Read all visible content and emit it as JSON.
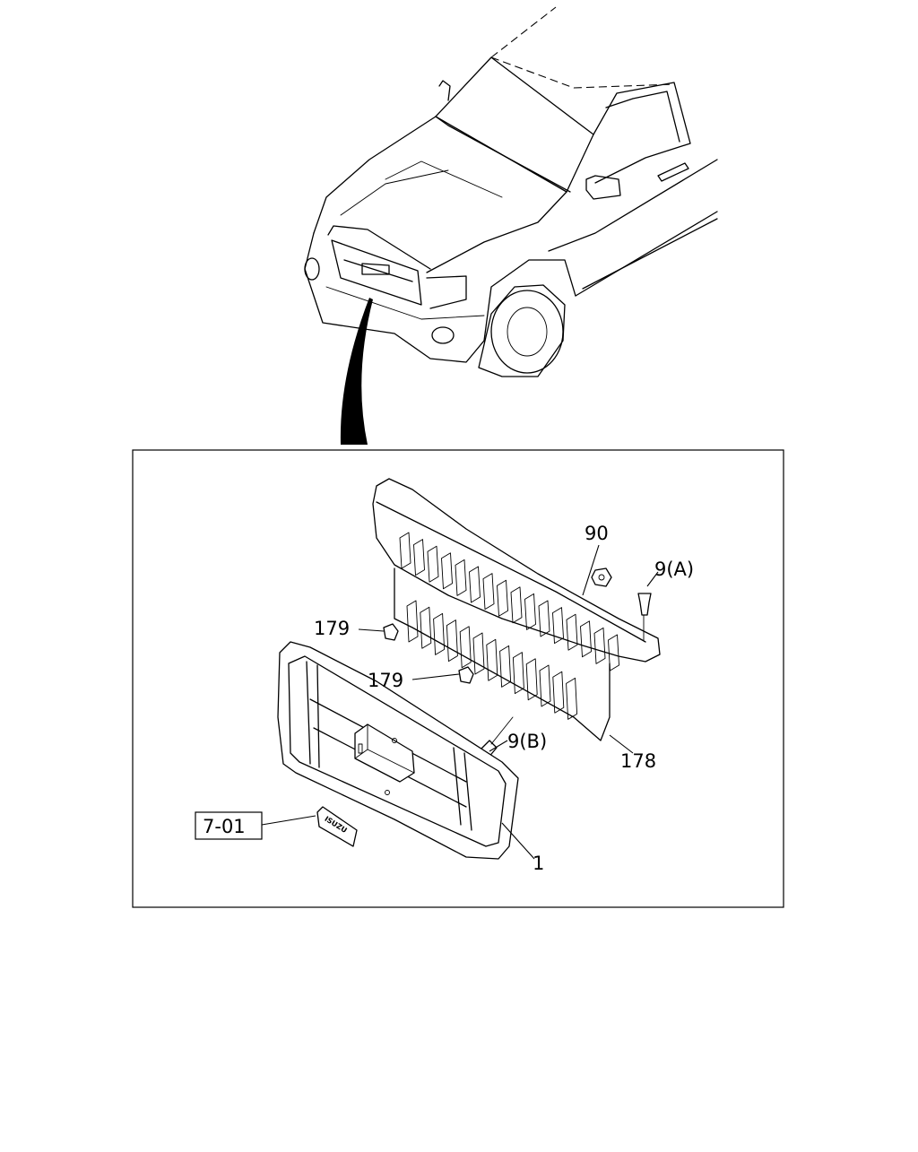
{
  "diagram": {
    "callouts": {
      "p90": "90",
      "p9a": "9(A)",
      "p179a": "179",
      "p179b": "179",
      "p9b": "9(B)",
      "p178": "178",
      "p1": "1",
      "ref": "7-01"
    },
    "emblem_text": "ISUZU"
  }
}
